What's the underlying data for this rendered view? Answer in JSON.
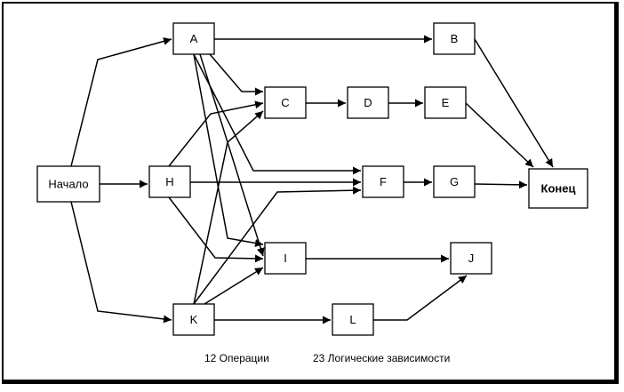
{
  "nodes": {
    "start": "Начало",
    "A": "A",
    "B": "B",
    "C": "C",
    "D": "D",
    "E": "E",
    "F": "F",
    "G": "G",
    "H": "H",
    "I": "I",
    "J": "J",
    "K": "K",
    "L": "L",
    "end": "Конец"
  },
  "edges": [
    [
      "start",
      "A"
    ],
    [
      "start",
      "H"
    ],
    [
      "start",
      "K"
    ],
    [
      "A",
      "B"
    ],
    [
      "A",
      "C"
    ],
    [
      "A",
      "F"
    ],
    [
      "A",
      "I"
    ],
    [
      "A",
      "J"
    ],
    [
      "H",
      "C"
    ],
    [
      "H",
      "F"
    ],
    [
      "H",
      "I"
    ],
    [
      "K",
      "C"
    ],
    [
      "K",
      "F"
    ],
    [
      "K",
      "I"
    ],
    [
      "K",
      "L"
    ],
    [
      "C",
      "D"
    ],
    [
      "D",
      "E"
    ],
    [
      "F",
      "G"
    ],
    [
      "I",
      "J"
    ],
    [
      "L",
      "J"
    ],
    [
      "B",
      "end"
    ],
    [
      "E",
      "end"
    ],
    [
      "G",
      "end"
    ]
  ],
  "captions": {
    "operations": "12 Операции",
    "dependencies": "23 Логические зависимости"
  }
}
